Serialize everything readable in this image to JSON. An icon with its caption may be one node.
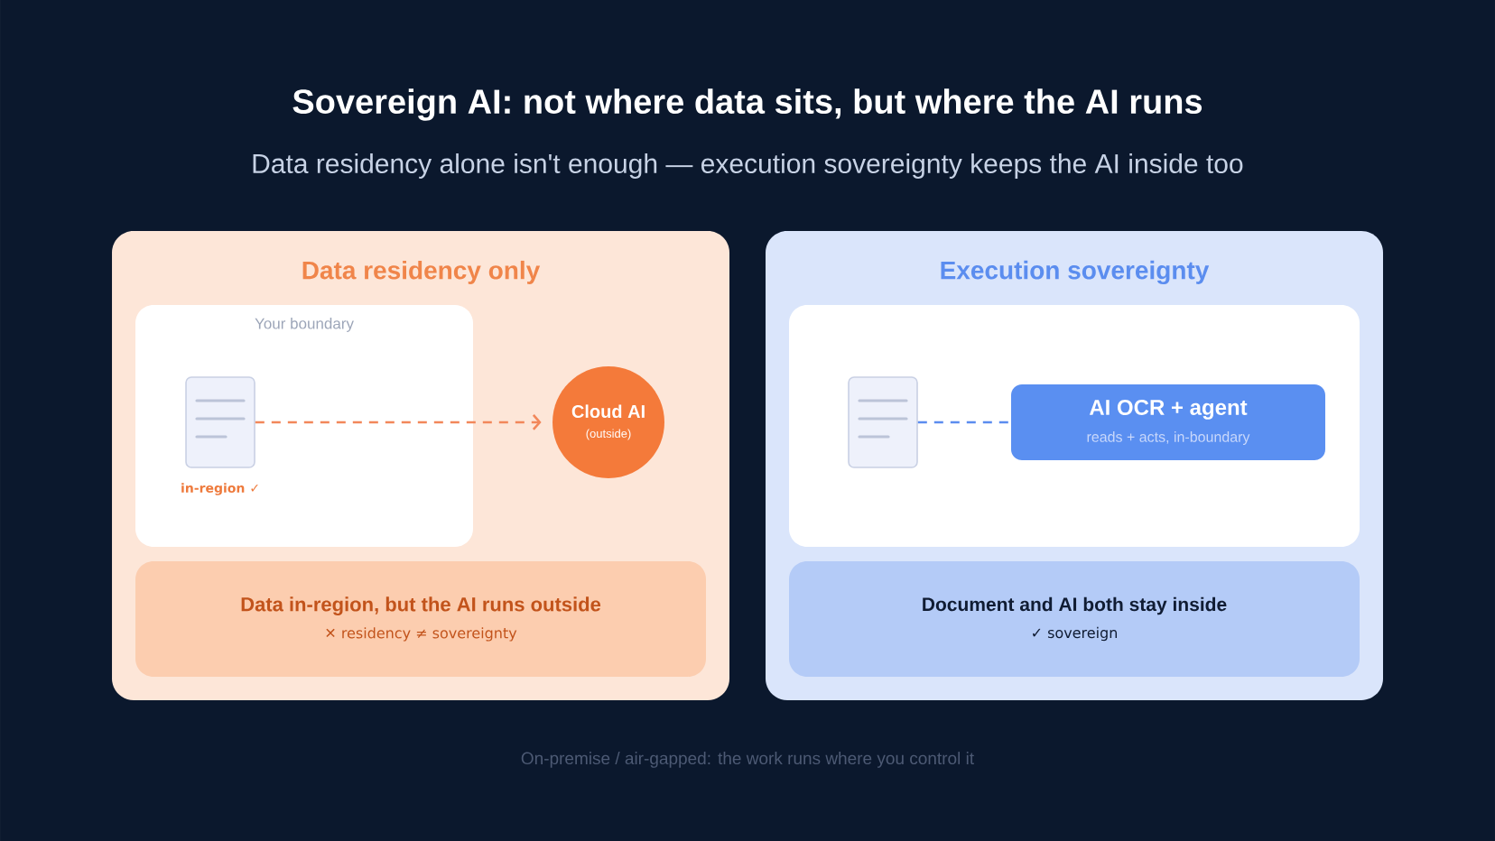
{
  "diagram": {
    "title": "Sovereign AI: not where data sits, but where the AI runs",
    "caption": "On-premise / air-gapped: the work runs where you control it",
    "nodes": [
      {
        "text": [
          "Data residency only"
        ]
      },
      {
        "text": [
          "Your boundary"
        ],
        "in": 0
      },
      {
        "text": [],
        "shape": "document",
        "in": 1,
        "beside": [
          "in-region ✓"
        ]
      },
      {
        "text": [
          "Cloud AI",
          "(outside)"
        ],
        "in": 0
      },
      {
        "text": [
          "Data in-region, but the AI runs outside",
          "✕ residency ≠ sovereignty"
        ],
        "in": 0
      },
      {
        "text": [
          "Execution sovereignty"
        ]
      },
      {
        "text": [],
        "shape": "box",
        "in": 5
      },
      {
        "text": [],
        "shape": "document",
        "in": 6
      },
      {
        "text": [
          "AI OCR + agent",
          "reads + acts, in-boundary"
        ],
        "in": 6
      },
      {
        "text": [
          "Document and AI both stay inside",
          "✓ sovereign"
        ],
        "in": 5
      }
    ],
    "edges": [
      {
        "from": 2,
        "to": 3,
        "arrow": "to",
        "style": "dashed",
        "color": "#f2875a"
      },
      {
        "from": 7,
        "to": 8,
        "arrow": "none",
        "style": "dashed",
        "color": "#5b8def"
      }
    ],
    "labels": [
      "Data residency alone isn't enough — execution sovereignty keeps the AI inside too"
    ]
  }
}
